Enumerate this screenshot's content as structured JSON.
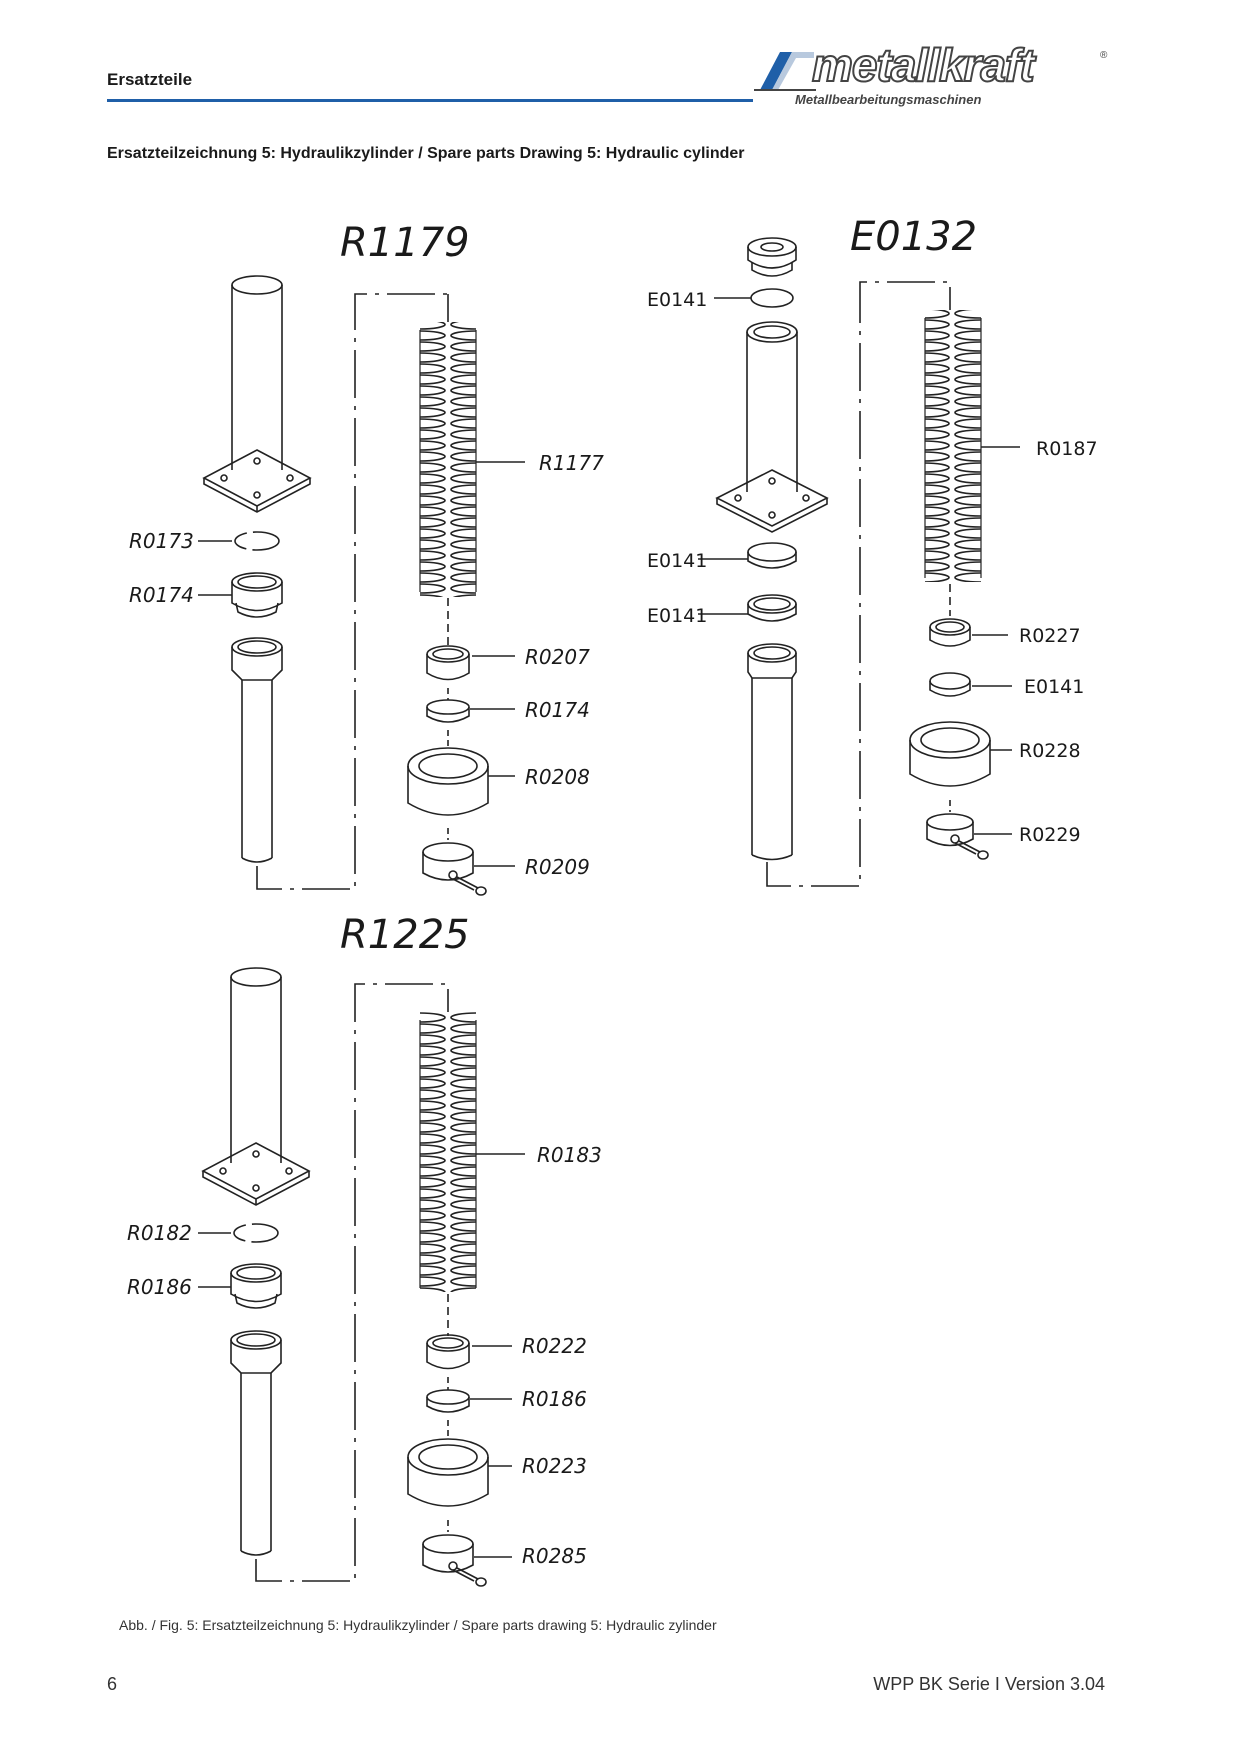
{
  "header": {
    "title": "Ersatzteile",
    "logo_text": "metallkraft",
    "logo_subtitle": "Metallbearbeitungsmaschinen",
    "logo_reg": "®",
    "accent_color": "#1f5fa8"
  },
  "section_title": "Ersatzteilzeichnung 5: Hydraulikzylinder / Spare parts Drawing 5: Hydraulic cylinder",
  "assemblies": {
    "a1": {
      "title": "R1179",
      "labels": {
        "ring": "R0173",
        "bushing": "R0174",
        "spring": "R1177",
        "seat": "R0207",
        "ring2": "R0174",
        "cup": "R0208",
        "collar": "R0209"
      }
    },
    "a2": {
      "title": "E0132",
      "labels": {
        "cap_ring": "E0141",
        "spring": "R0187",
        "ring_a": "E0141",
        "ring_b": "E0141",
        "seat": "R0227",
        "ring_c": "E0141",
        "cup": "R0228",
        "collar": "R0229"
      }
    },
    "a3": {
      "title": "R1225",
      "labels": {
        "ring": "R0182",
        "bushing": "R0186",
        "spring": "R0183",
        "seat": "R0222",
        "ring2": "R0186",
        "cup": "R0223",
        "collar": "R0285"
      }
    }
  },
  "caption": "Abb. / Fig. 5: Ersatzteilzeichnung 5: Hydraulikzylinder / Spare parts drawing 5: Hydraulic zylinder",
  "footer": {
    "page_number": "6",
    "version": "WPP BK Serie I Version 3.04"
  }
}
